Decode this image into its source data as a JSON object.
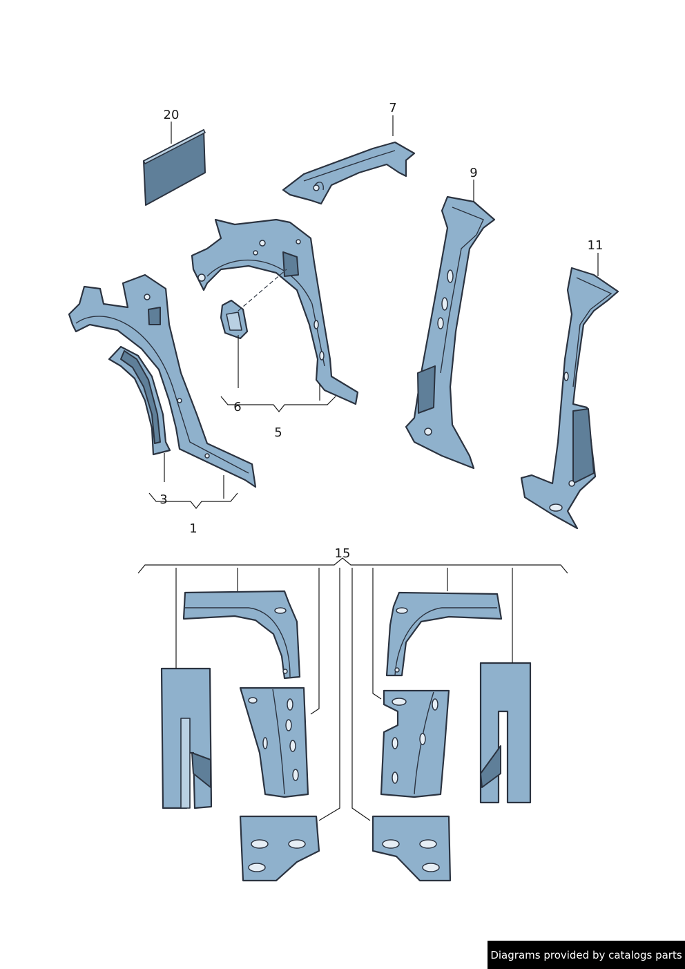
{
  "diagram": {
    "callouts": {
      "c20": "20",
      "c7": "7",
      "c9": "9",
      "c11": "11",
      "c6": "6",
      "c5": "5",
      "c3": "3",
      "c1": "1",
      "c15": "15"
    },
    "colors": {
      "part_fill": "#8fb1cc",
      "part_dark": "#5f7f99",
      "outline": "#2b3340"
    }
  },
  "footer": {
    "credit": "Diagrams provided by catalogs parts"
  }
}
